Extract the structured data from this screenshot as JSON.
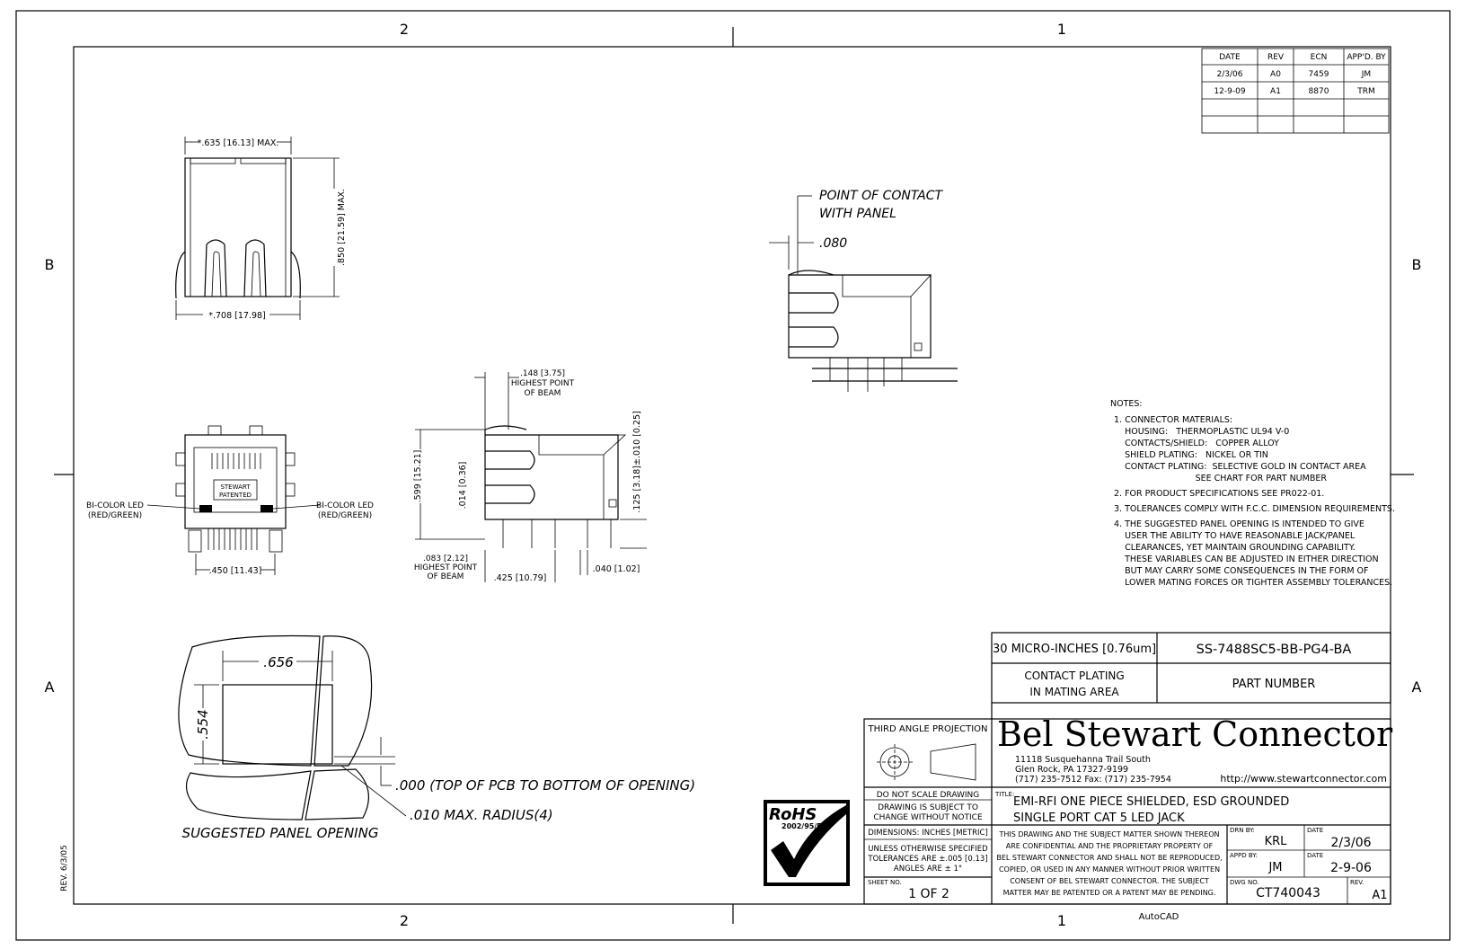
{
  "zones": {
    "top_2": "2",
    "top_1": "1",
    "bottom_2": "2",
    "bottom_1": "1",
    "left_b": "B",
    "left_a": "A",
    "right_b": "B",
    "right_a": "A"
  },
  "rev_table": {
    "headers": [
      "DATE",
      "REV",
      "ECN",
      "APP'D. BY"
    ],
    "rows": [
      [
        "2/3/06",
        "A0",
        "7459",
        "JM"
      ],
      [
        "12-9-09",
        "A1",
        "8870",
        "TRM"
      ]
    ]
  },
  "front_view": {
    "dim_width_top": "*.635 [16.13] MAX.",
    "dim_height": ".850 [21.59] MAX.",
    "dim_width_bottom": "*.708 [17.98]"
  },
  "bottom_view": {
    "stewart": "STEWART",
    "patented": "PATENTED",
    "led_left_1": "BI-COLOR LED",
    "led_left_2": "(RED/GREEN)",
    "led_right_1": "BI-COLOR LED",
    "led_right_2": "(RED/GREEN)",
    "dim_pitch": ".450 [11.43]"
  },
  "side_view": {
    "beam_top": ".148 [3.75]",
    "highest_point_1": "HIGHEST POINT",
    "of_beam_1": "OF BEAM",
    "dim_height": ".599 [15.21]",
    "dim_014": ".014 [0.36]",
    "dim_125": ".125 [3.18]±.010 [0.25]",
    "beam_bottom": ".083 [2.12]",
    "highest_point_2": "HIGHEST POINT",
    "of_beam_2": "OF BEAM",
    "dim_425": ".425 [10.79]",
    "dim_040": ".040 [1.02]"
  },
  "contact_view": {
    "point_of_contact": "POINT OF CONTACT",
    "with_panel": "WITH PANEL",
    "dim_080": ".080"
  },
  "panel_opening": {
    "dim_656": ".656",
    "dim_554": ".554",
    "dim_000": ".000 (TOP OF PCB TO BOTTOM OF OPENING)",
    "dim_radius": ".010 MAX. RADIUS(4)",
    "caption": "SUGGESTED PANEL OPENING"
  },
  "notes": {
    "heading": "NOTES:",
    "lines": [
      "1. CONNECTOR MATERIALS:",
      "    HOUSING:   THERMOPLASTIC UL94 V-0",
      "    CONTACTS/SHIELD:   COPPER ALLOY",
      "    SHIELD PLATING:   NICKEL OR TIN",
      "    CONTACT PLATING:  SELECTIVE GOLD IN CONTACT AREA",
      "                              SEE CHART FOR PART NUMBER",
      "2. FOR PRODUCT SPECIFICATIONS SEE PR022-01.",
      "3. TOLERANCES COMPLY WITH F.C.C. DIMENSION REQUIREMENTS.",
      "4. THE SUGGESTED PANEL OPENING IS INTENDED TO GIVE",
      "    USER THE ABILITY TO HAVE REASONABLE JACK/PANEL",
      "    CLEARANCES, YET MAINTAIN GROUNDING CAPABILITY.",
      "    THESE VARIABLES CAN BE ADJUSTED IN EITHER DIRECTION",
      "    BUT MAY CARRY SOME CONSEQUENCES IN THE FORM OF",
      "    LOWER MATING FORCES OR TIGHTER ASSEMBLY TOLERANCES."
    ]
  },
  "plating_table": {
    "plating_value": "30 MICRO-INCHES [0.76um]",
    "part_number_value": "SS-7488SC5-BB-PG4-BA",
    "plating_label_1": "CONTACT PLATING",
    "plating_label_2": "IN MATING AREA",
    "part_number_label": "PART NUMBER"
  },
  "title_block": {
    "projection": "THIRD ANGLE PROJECTION",
    "company": "Bel Stewart Connector",
    "address_1": "11118 Susquehanna Trail South",
    "address_2": "Glen Rock, PA  17327-9199",
    "address_3": "(717) 235-7512  Fax: (717) 235-7954",
    "website": "http://www.stewartconnector.com",
    "no_scale": "DO NOT SCALE DRAWING",
    "subject_change_1": "DRAWING IS SUBJECT TO",
    "subject_change_2": "CHANGE WITHOUT NOTICE",
    "title_label": "TITLE:",
    "title_1": "EMI-RFI ONE PIECE SHIELDED, ESD GROUNDED",
    "title_2": "SINGLE PORT CAT 5 LED JACK",
    "dimensions": "DIMENSIONS: INCHES [METRIC]",
    "tol_1": "UNLESS OTHERWISE SPECIFIED",
    "tol_2": "TOLERANCES ARE ±.005 [0.13]",
    "tol_3": "ANGLES ARE ± 1°",
    "confidential": [
      "THIS DRAWING AND THE SUBJECT MATTER SHOWN THEREON",
      "ARE CONFIDENTIAL AND THE PROPRIETARY PROPERTY OF",
      "BEL STEWART CONNECTOR AND SHALL NOT BE REPRODUCED,",
      "COPIED, OR USED IN ANY MANNER WITHOUT PRIOR WRITTEN",
      "CONSENT OF BEL STEWART CONNECTOR.  THE SUBJECT",
      "MATTER MAY BE PATENTED OR A PATENT MAY BE PENDING."
    ],
    "drn_by_label": "DRN BY:",
    "drn_by": "KRL",
    "date_label_1": "DATE",
    "date_1": "2/3/06",
    "appd_by_label": "APPD BY:",
    "appd_by": "JM",
    "date_label_2": "DATE",
    "date_2": "2-9-06",
    "dwg_no_label": "DWG NO.",
    "dwg_no": "CT740043",
    "rev_label": "REV.",
    "rev": "A1",
    "sheet_label": "SHEET NO.",
    "sheet": "1 OF 2"
  },
  "rohs": {
    "line1": "RoHS",
    "line2": "2002/95/EC"
  },
  "footer": {
    "rev_stamp": "REV. 6/3/05",
    "autocad": "AutoCAD"
  }
}
